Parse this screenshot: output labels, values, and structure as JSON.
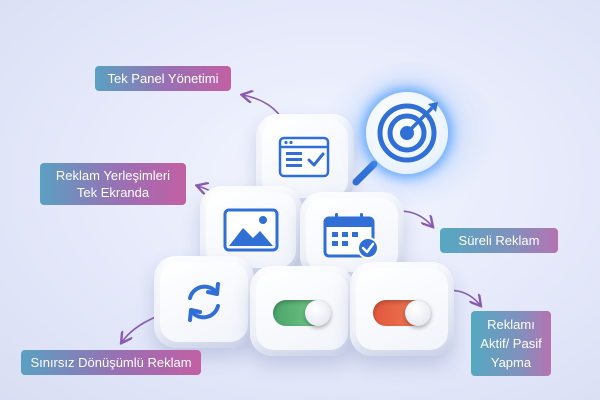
{
  "labels": {
    "panel": "Tek Panel Yönetimi",
    "placements_line1": "Reklam Yerleşimleri",
    "placements_line2": "Tek Ekranda",
    "timed": "Süreli Reklam",
    "unlimited": "Sınırsız Dönüşümlü Reklam",
    "toggle_line1": "Reklamı",
    "toggle_line2": "Aktif/ Pasif",
    "toggle_line3": "Yapma"
  },
  "icons": {
    "top_cube": "browser-window-checklist-icon",
    "middle_left_cube": "image-picture-icon",
    "middle_right_cube": "calendar-check-icon",
    "bottom_left_cube": "refresh-cycle-icon",
    "bottom_middle_cube": "toggle-on-icon",
    "bottom_right_cube": "toggle-off-icon",
    "magnifier": "target-magnifier-icon"
  },
  "colors": {
    "accent_blue": "#2f6fd6",
    "arrow_purple": "#8a5bb0",
    "toggle_green": "#4aa46a",
    "toggle_red": "#e2573a"
  }
}
